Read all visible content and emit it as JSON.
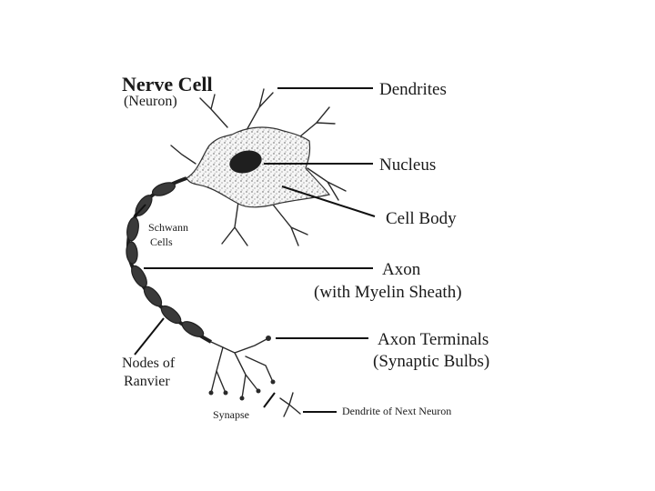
{
  "title": "Nerve Cell",
  "subtitle": "(Neuron)",
  "labels": {
    "dendrites": "Dendrites",
    "nucleus": "Nucleus",
    "cell_body": "Cell Body",
    "axon": "Axon",
    "axon_sub": "(with Myelin Sheath)",
    "axon_terminals": "Axon Terminals",
    "axon_terminals_sub": "(Synaptic Bulbs)",
    "schwann_1": "Schwann",
    "schwann_2": "Cells",
    "nodes_1": "Nodes of",
    "nodes_2": "Ranvier",
    "synapse": "Synapse",
    "next_dendrite": "Dendrite of Next Neuron"
  }
}
